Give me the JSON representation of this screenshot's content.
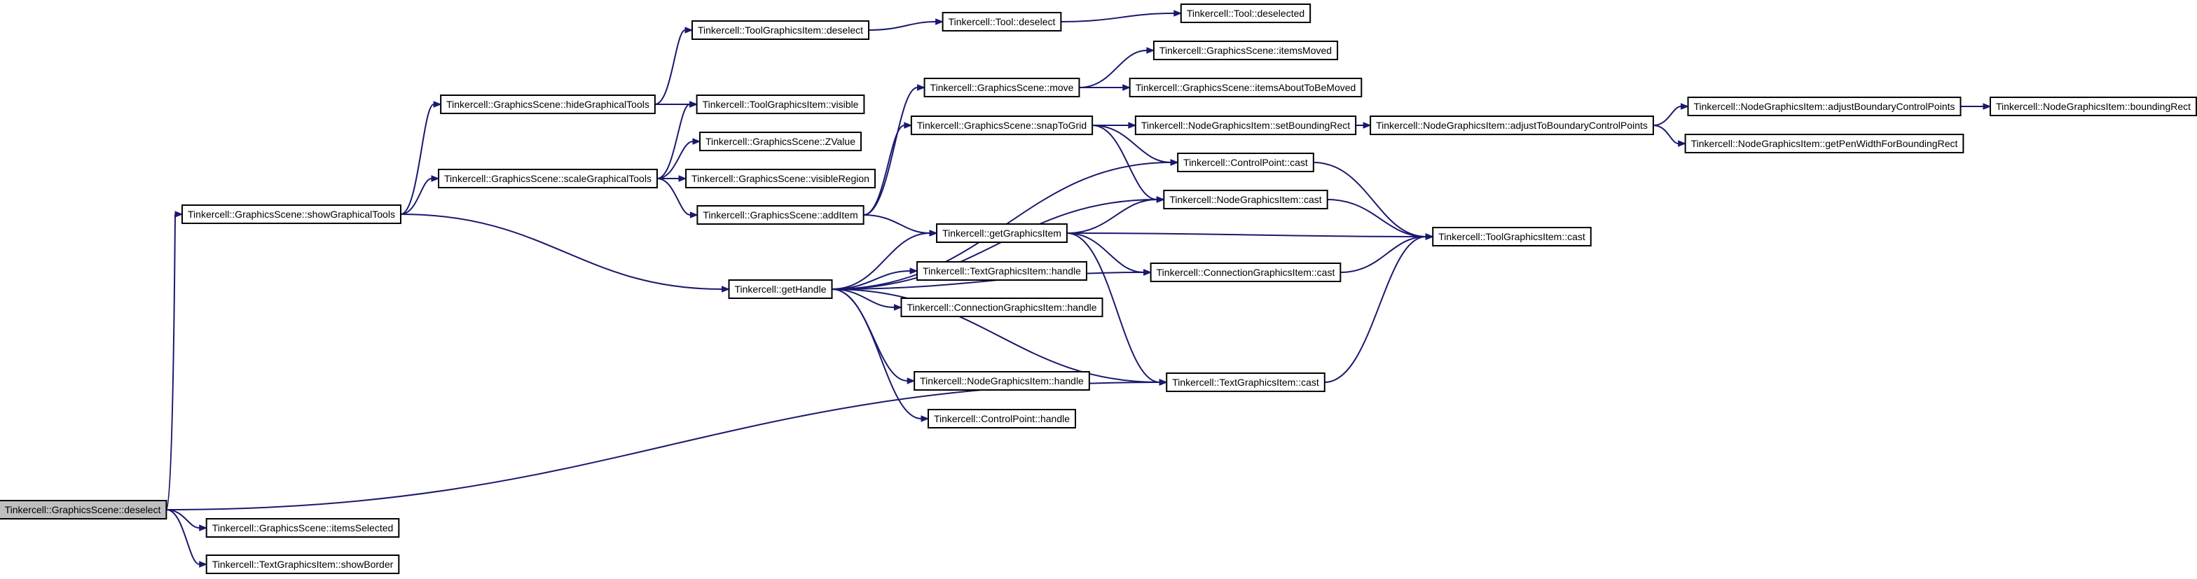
{
  "graph": {
    "edge_color": "#191970",
    "root_fill": "#bfbfbf",
    "nodes": [
      {
        "id": "deselect_root",
        "label": "Tinkercell::GraphicsScene::deselect",
        "root": true
      },
      {
        "id": "itemsSelected",
        "label": "Tinkercell::GraphicsScene::itemsSelected"
      },
      {
        "id": "showBorder",
        "label": "Tinkercell::TextGraphicsItem::showBorder"
      },
      {
        "id": "showGraphicalTools",
        "label": "Tinkercell::GraphicsScene::showGraphicalTools"
      },
      {
        "id": "hideGraphicalTools",
        "label": "Tinkercell::GraphicsScene::hideGraphicalTools"
      },
      {
        "id": "scaleGraphicalTools",
        "label": "Tinkercell::GraphicsScene::scaleGraphicalTools"
      },
      {
        "id": "tgi_deselect",
        "label": "Tinkercell::ToolGraphicsItem::deselect"
      },
      {
        "id": "tgi_visible",
        "label": "Tinkercell::ToolGraphicsItem::visible"
      },
      {
        "id": "zvalue",
        "label": "Tinkercell::GraphicsScene::ZValue"
      },
      {
        "id": "visibleRegion",
        "label": "Tinkercell::GraphicsScene::visibleRegion"
      },
      {
        "id": "addItem",
        "label": "Tinkercell::GraphicsScene::addItem"
      },
      {
        "id": "getHandle",
        "label": "Tinkercell::getHandle"
      },
      {
        "id": "tool_deselect",
        "label": "Tinkercell::Tool::deselect"
      },
      {
        "id": "tool_deselected",
        "label": "Tinkercell::Tool::deselected"
      },
      {
        "id": "move",
        "label": "Tinkercell::GraphicsScene::move"
      },
      {
        "id": "snapToGrid",
        "label": "Tinkercell::GraphicsScene::snapToGrid"
      },
      {
        "id": "getGraphicsItem",
        "label": "Tinkercell::getGraphicsItem"
      },
      {
        "id": "text_handle",
        "label": "Tinkercell::TextGraphicsItem::handle"
      },
      {
        "id": "conn_handle",
        "label": "Tinkercell::ConnectionGraphicsItem::handle"
      },
      {
        "id": "node_handle",
        "label": "Tinkercell::NodeGraphicsItem::handle"
      },
      {
        "id": "cp_handle",
        "label": "Tinkercell::ControlPoint::handle"
      },
      {
        "id": "itemsMoved",
        "label": "Tinkercell::GraphicsScene::itemsMoved"
      },
      {
        "id": "itemsAboutToBeMoved",
        "label": "Tinkercell::GraphicsScene::itemsAboutToBeMoved"
      },
      {
        "id": "setBoundingRect",
        "label": "Tinkercell::NodeGraphicsItem::setBoundingRect"
      },
      {
        "id": "cp_cast",
        "label": "Tinkercell::ControlPoint::cast"
      },
      {
        "id": "ngi_cast",
        "label": "Tinkercell::NodeGraphicsItem::cast"
      },
      {
        "id": "cgi_cast",
        "label": "Tinkercell::ConnectionGraphicsItem::cast"
      },
      {
        "id": "text_cast",
        "label": "Tinkercell::TextGraphicsItem::cast"
      },
      {
        "id": "adjustToBoundary",
        "label": "Tinkercell::NodeGraphicsItem::adjustToBoundaryControlPoints"
      },
      {
        "id": "toolgi_cast",
        "label": "Tinkercell::ToolGraphicsItem::cast"
      },
      {
        "id": "adjustBoundaryCP",
        "label": "Tinkercell::NodeGraphicsItem::adjustBoundaryControlPoints"
      },
      {
        "id": "getPenWidth",
        "label": "Tinkercell::NodeGraphicsItem::getPenWidthForBoundingRect"
      },
      {
        "id": "boundingRect",
        "label": "Tinkercell::NodeGraphicsItem::boundingRect"
      }
    ],
    "edges": [
      [
        "deselect_root",
        "showGraphicalTools"
      ],
      [
        "deselect_root",
        "itemsSelected"
      ],
      [
        "deselect_root",
        "showBorder"
      ],
      [
        "deselect_root",
        "text_cast"
      ],
      [
        "showGraphicalTools",
        "hideGraphicalTools"
      ],
      [
        "showGraphicalTools",
        "scaleGraphicalTools"
      ],
      [
        "showGraphicalTools",
        "getHandle"
      ],
      [
        "hideGraphicalTools",
        "tgi_deselect"
      ],
      [
        "hideGraphicalTools",
        "tgi_visible"
      ],
      [
        "scaleGraphicalTools",
        "tgi_visible"
      ],
      [
        "scaleGraphicalTools",
        "zvalue"
      ],
      [
        "scaleGraphicalTools",
        "visibleRegion"
      ],
      [
        "scaleGraphicalTools",
        "addItem"
      ],
      [
        "tgi_deselect",
        "tool_deselect"
      ],
      [
        "tool_deselect",
        "tool_deselected"
      ],
      [
        "addItem",
        "move"
      ],
      [
        "addItem",
        "snapToGrid"
      ],
      [
        "addItem",
        "getGraphicsItem"
      ],
      [
        "move",
        "itemsMoved"
      ],
      [
        "move",
        "itemsAboutToBeMoved"
      ],
      [
        "snapToGrid",
        "setBoundingRect"
      ],
      [
        "snapToGrid",
        "cp_cast"
      ],
      [
        "snapToGrid",
        "ngi_cast"
      ],
      [
        "setBoundingRect",
        "adjustToBoundary"
      ],
      [
        "adjustToBoundary",
        "adjustBoundaryCP"
      ],
      [
        "adjustToBoundary",
        "getPenWidth"
      ],
      [
        "adjustBoundaryCP",
        "boundingRect"
      ],
      [
        "getHandle",
        "cp_cast"
      ],
      [
        "getHandle",
        "ngi_cast"
      ],
      [
        "getHandle",
        "getGraphicsItem"
      ],
      [
        "getHandle",
        "text_handle"
      ],
      [
        "getHandle",
        "conn_handle"
      ],
      [
        "getHandle",
        "node_handle"
      ],
      [
        "getHandle",
        "cp_handle"
      ],
      [
        "getHandle",
        "cgi_cast"
      ],
      [
        "getHandle",
        "text_cast"
      ],
      [
        "getGraphicsItem",
        "ngi_cast"
      ],
      [
        "getGraphicsItem",
        "toolgi_cast"
      ],
      [
        "getGraphicsItem",
        "cgi_cast"
      ],
      [
        "getGraphicsItem",
        "text_cast"
      ],
      [
        "cp_cast",
        "toolgi_cast"
      ],
      [
        "ngi_cast",
        "toolgi_cast"
      ],
      [
        "cgi_cast",
        "toolgi_cast"
      ],
      [
        "text_cast",
        "toolgi_cast"
      ]
    ]
  }
}
